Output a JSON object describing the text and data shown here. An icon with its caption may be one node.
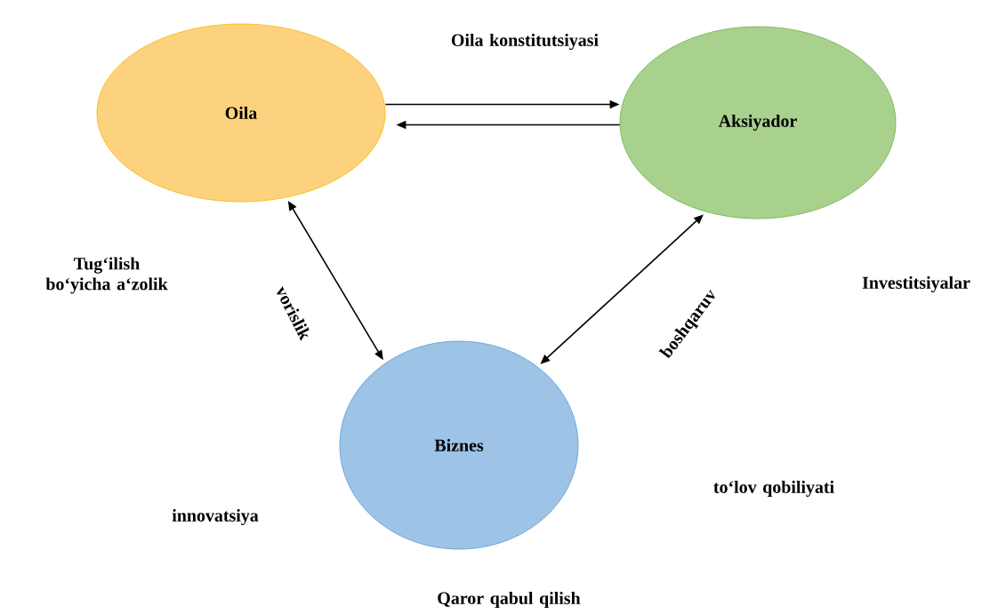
{
  "diagram": {
    "nodes": [
      {
        "text": [
          "Oila"
        ]
      },
      {
        "text": [
          "Aksiyador"
        ]
      },
      {
        "text": [
          "Biznes"
        ]
      }
    ],
    "edges": [
      {
        "from": 0,
        "to": 1,
        "arrow": "to",
        "label": "Oila konstitutsiyasi"
      },
      {
        "from": 1,
        "to": 0,
        "arrow": "to"
      },
      {
        "from": 0,
        "to": 2,
        "arrow": "both",
        "label": "vorislik"
      },
      {
        "from": 1,
        "to": 2,
        "arrow": "both",
        "label": "boshqaruv"
      }
    ],
    "labels": [
      "Tug‘ilish bo‘yicha a‘zolik",
      "Investitsiyalar",
      "to‘lov qobiliyati",
      "innovatsiya",
      "Qaror qabul qilish"
    ]
  }
}
